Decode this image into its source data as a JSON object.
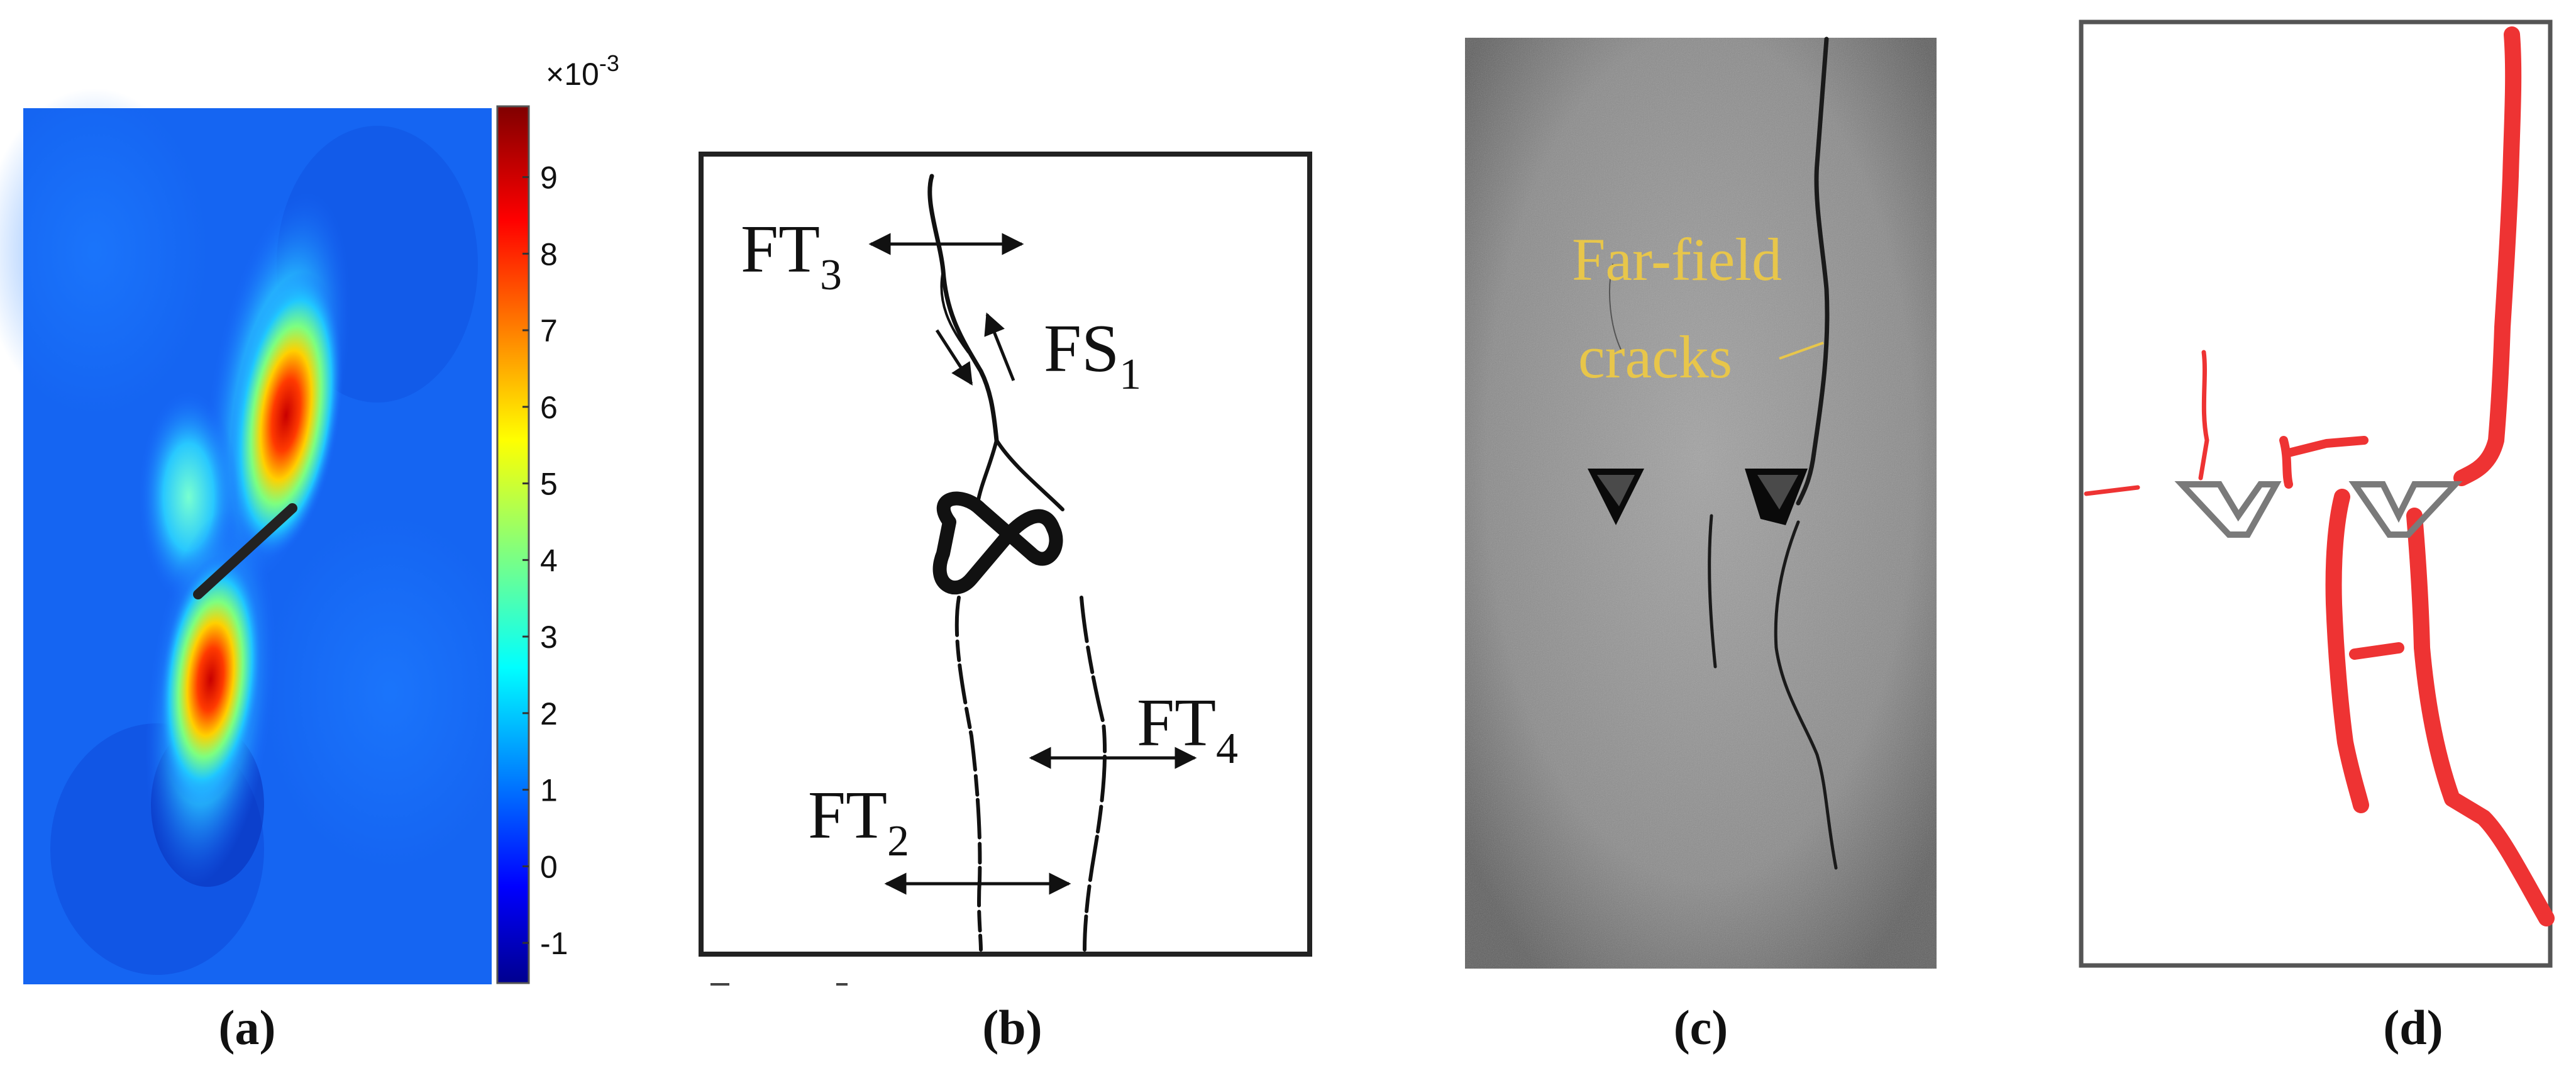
{
  "panel_a": {
    "caption": "(a)",
    "colorbar": {
      "exponent_base": "×10",
      "exponent_power": "-3",
      "ticks": [
        "9",
        "8",
        "7",
        "6",
        "5",
        "4",
        "3",
        "2",
        "1",
        "0",
        "-1"
      ],
      "tick_values": [
        9,
        8,
        7,
        6,
        5,
        4,
        3,
        2,
        1,
        0,
        -1
      ],
      "range": [
        -1.5,
        9.9
      ]
    }
  },
  "panel_b": {
    "caption": "(b)",
    "labels": {
      "ft3_main": "FT",
      "ft3_sub": "3",
      "fs1_main": "FS",
      "fs1_sub": "1",
      "ft4_main": "FT",
      "ft4_sub": "4",
      "ft2_main": "FT",
      "ft2_sub": "2"
    }
  },
  "panel_c": {
    "caption": "(c)",
    "annotation_line1": "Far-field",
    "annotation_line2": "cracks"
  },
  "panel_d": {
    "caption": "(d)"
  },
  "colors": {
    "crack_red": "#ee3333",
    "flaw_gray": "#777777",
    "annotation_yellow": "#e8c64a",
    "specimen_gray": "#8e8e8e"
  }
}
